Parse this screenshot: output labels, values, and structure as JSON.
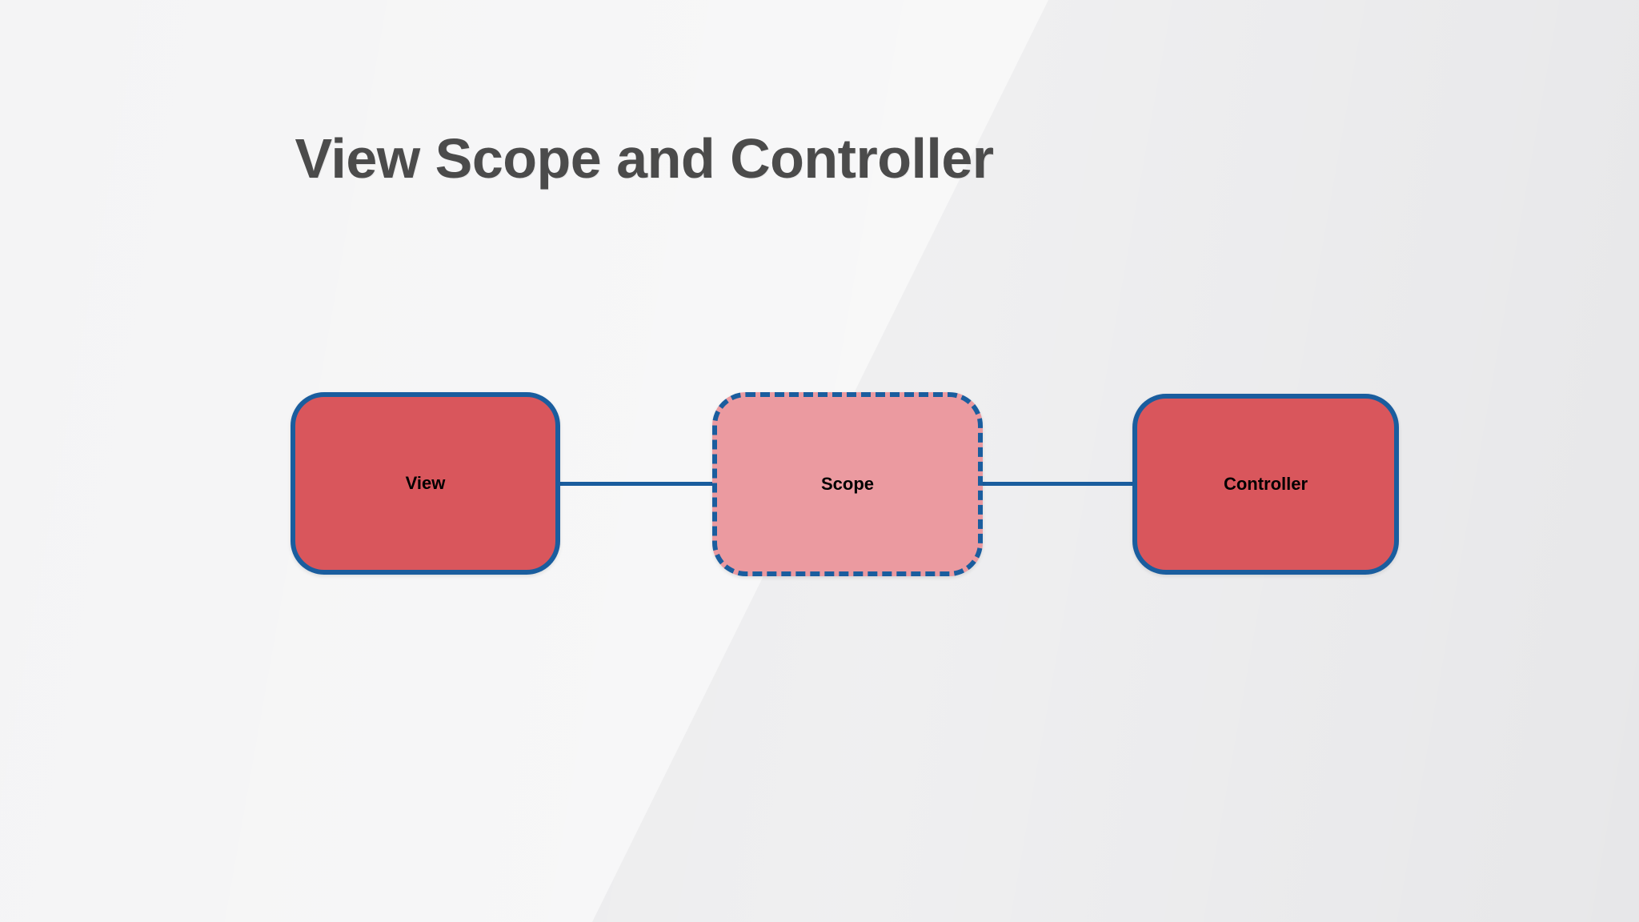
{
  "page": {
    "title": "View Scope and Controller",
    "background_left_color": "#f4f4f5",
    "background_right_color": "#e7e7e9"
  },
  "diagram": {
    "type": "flow-diagram",
    "title": "View Scope and Controller",
    "orientation": "horizontal",
    "title_color": "#4b4b4b",
    "node_border_color": "#1a5d9e",
    "node_fill_color": "#d9565c",
    "node_fill_color_muted": "#eb9aa0",
    "edge_color": "#1a5d9e",
    "label_color": "#000000",
    "nodes": [
      {
        "id": "view",
        "label": "View",
        "style": "solid",
        "fill": "#d9565c",
        "border": "#1a5d9e"
      },
      {
        "id": "scope",
        "label": "Scope",
        "style": "dashed",
        "fill": "#eb9aa0",
        "border": "#1a5d9e"
      },
      {
        "id": "controller",
        "label": "Controller",
        "style": "solid",
        "fill": "#d9565c",
        "border": "#1a5d9e"
      }
    ],
    "edges": [
      {
        "id": "view-scope",
        "from": "View",
        "to": "Scope",
        "style": "solid"
      },
      {
        "id": "scope-controller",
        "from": "Scope",
        "to": "Controller",
        "style": "solid"
      }
    ]
  }
}
